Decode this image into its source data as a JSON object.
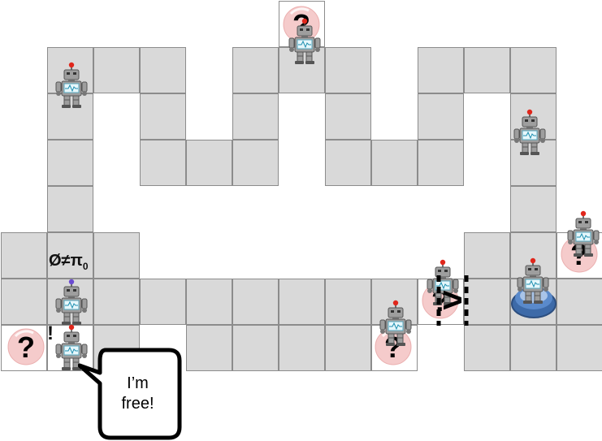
{
  "scene": {
    "speech_bubble_text": "I’m\nfree!",
    "wall_label": "Ø≠π",
    "wall_label_subscript": "0",
    "exclamation_label": "!",
    "door_symbol": ">",
    "question_mark": "?",
    "colors": {
      "floor": "#d9d9d9",
      "grid_line": "#8c8c8c",
      "token_pink": "#f4c2c2",
      "button_blue": "#4f7fbf",
      "robot_gray": "#9e9e9e",
      "robot_antenna": "#e0261b",
      "robot_screen": "#e6f7fb"
    }
  }
}
